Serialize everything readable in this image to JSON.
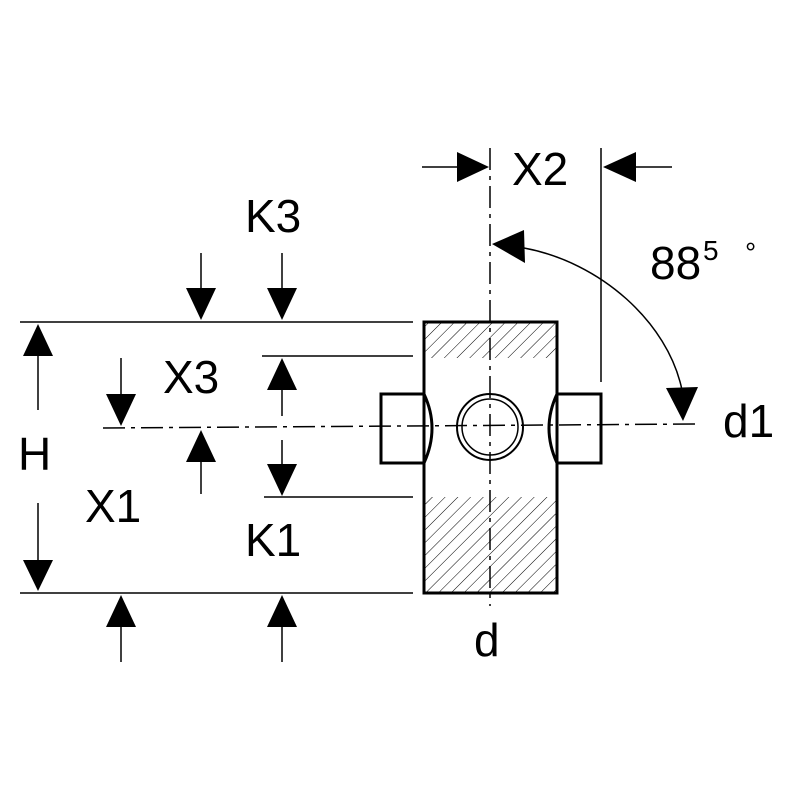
{
  "labels": {
    "x2": "X2",
    "k3": "K3",
    "x3": "X3",
    "h": "H",
    "x1": "X1",
    "k1": "K1",
    "d": "d",
    "d1": "d1",
    "angle_base": "88",
    "angle_sup": "5",
    "angle_deg": "°"
  }
}
